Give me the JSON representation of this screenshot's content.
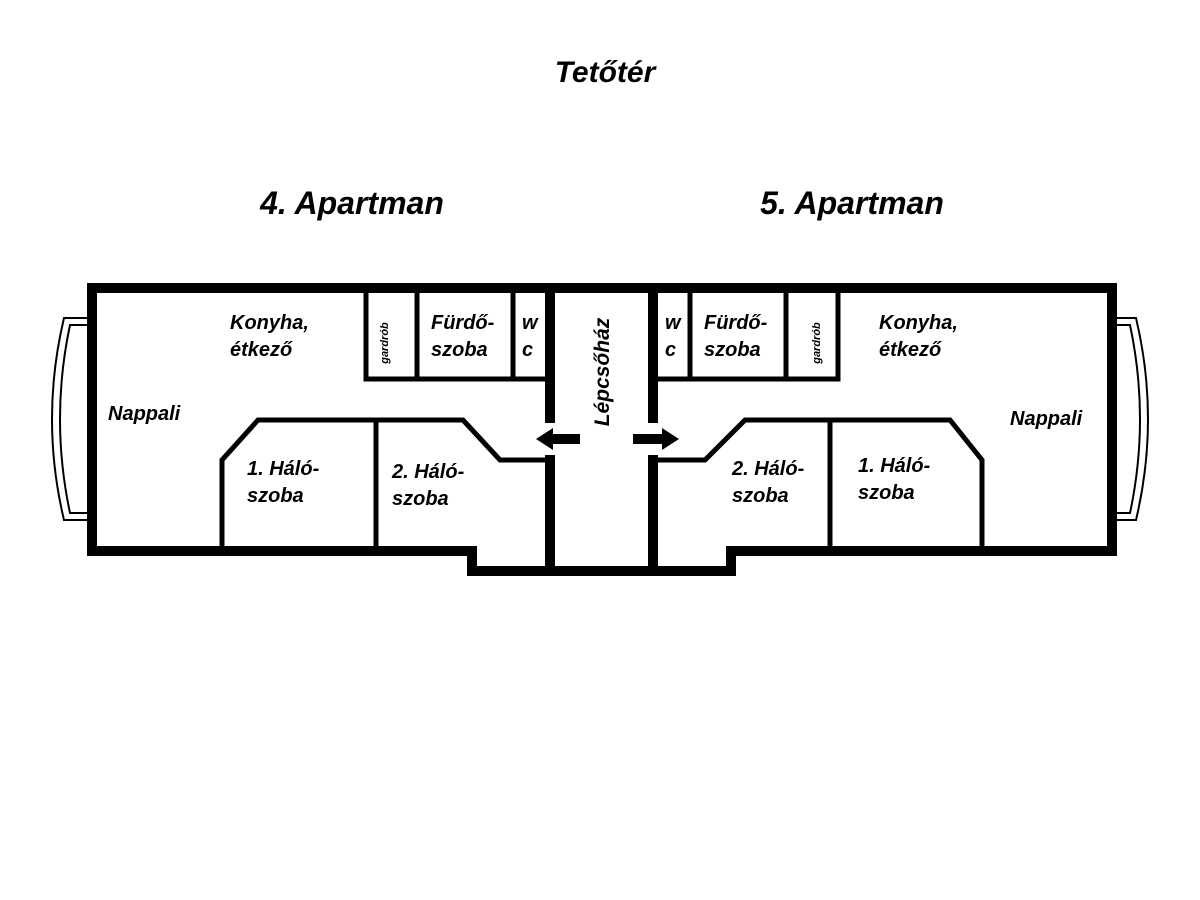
{
  "title": "Tetőtér",
  "apartments": [
    {
      "heading": "4. Apartman",
      "rooms": {
        "kitchen_line1": "Konyha,",
        "kitchen_line2": "étkező",
        "wardrobe": "gardrób",
        "bath_line1": "Fürdő-",
        "bath_line2": "szoba",
        "wc_line1": "w",
        "wc_line2": "c",
        "living": "Nappali",
        "bedroom1_line1": "1. Háló-",
        "bedroom1_line2": "szoba",
        "bedroom2_line1": "2. Háló-",
        "bedroom2_line2": "szoba"
      }
    },
    {
      "heading": "5. Apartman",
      "rooms": {
        "kitchen_line1": "Konyha,",
        "kitchen_line2": "étkező",
        "wardrobe": "gardrób",
        "bath_line1": "Fürdő-",
        "bath_line2": "szoba",
        "wc_line1": "w",
        "wc_line2": "c",
        "living": "Nappali",
        "bedroom1_line1": "1. Háló-",
        "bedroom1_line2": "szoba",
        "bedroom2_line1": "2. Háló-",
        "bedroom2_line2": "szoba"
      }
    }
  ],
  "staircase": "Lépcsőház",
  "colors": {
    "ink": "#000000",
    "paper": "#ffffff"
  }
}
